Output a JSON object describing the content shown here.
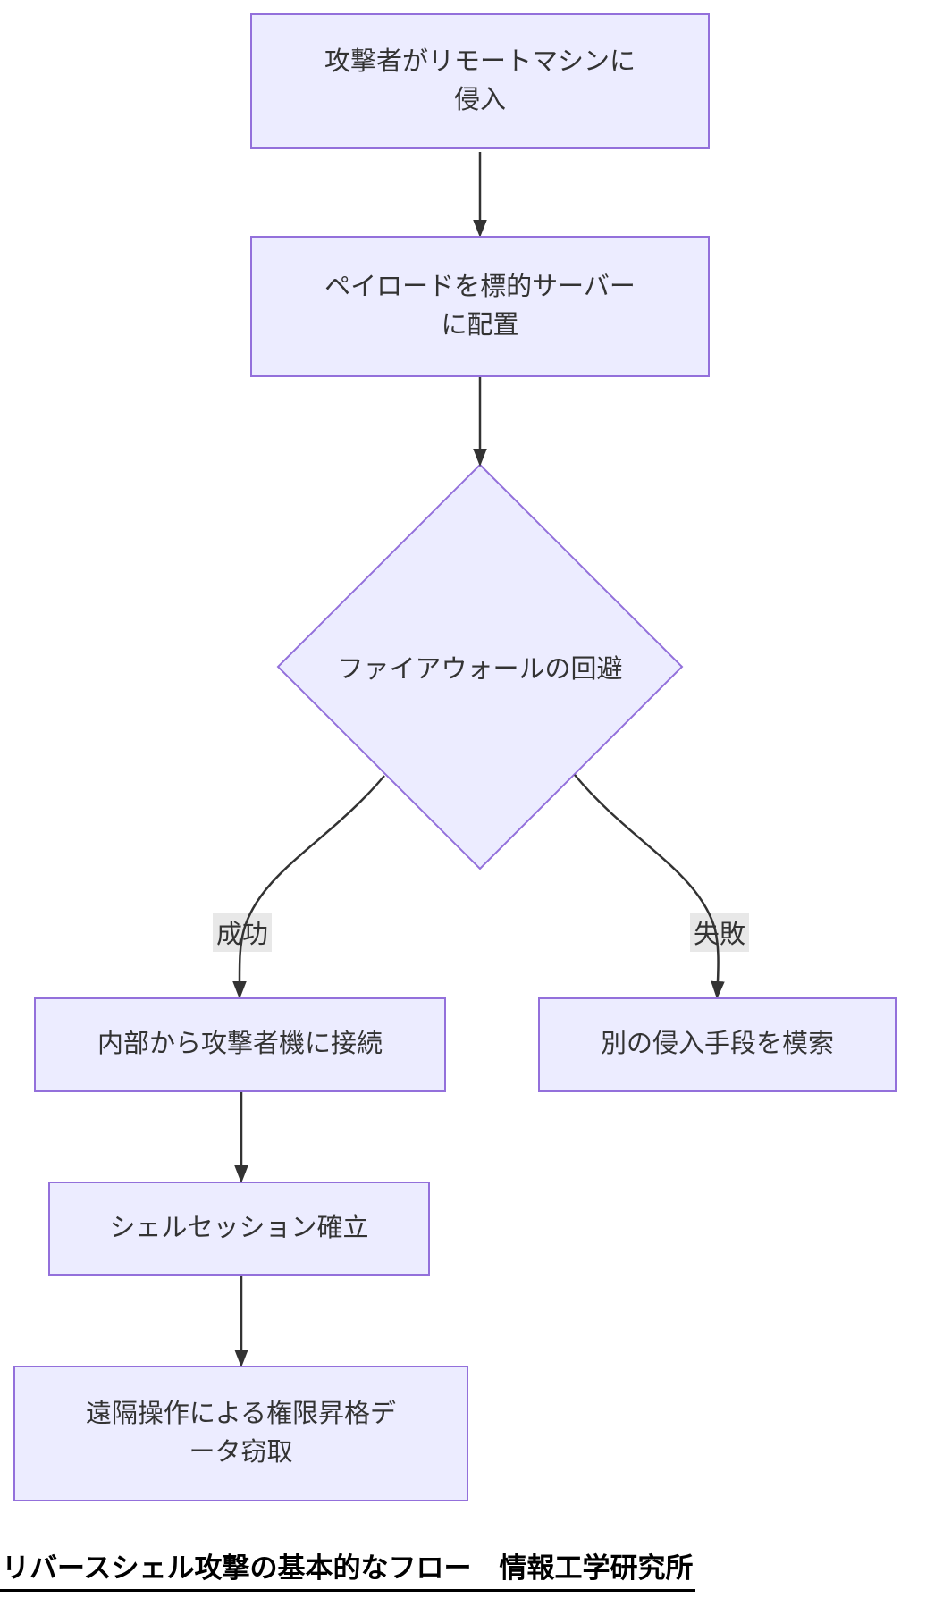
{
  "diagram": {
    "type": "flowchart",
    "direction": "top-down",
    "nodes": {
      "intrusion": {
        "label": "攻撃者がリモートマシンに\n侵入",
        "shape": "rect"
      },
      "payload": {
        "label": "ペイロードを標的サーバー\nに配置",
        "shape": "rect"
      },
      "firewall": {
        "label": "ファイアウォールの回避",
        "shape": "diamond"
      },
      "connect": {
        "label": "内部から攻撃者機に接続",
        "shape": "rect"
      },
      "alternative": {
        "label": "別の侵入手段を模索",
        "shape": "rect"
      },
      "shell": {
        "label": "シェルセッション確立",
        "shape": "rect"
      },
      "escalation": {
        "label": "遠隔操作による権限昇格デ\nータ窃取",
        "shape": "rect"
      }
    },
    "edges": [
      {
        "from": "intrusion",
        "to": "payload",
        "label": ""
      },
      {
        "from": "payload",
        "to": "firewall",
        "label": ""
      },
      {
        "from": "firewall",
        "to": "connect",
        "label": "成功"
      },
      {
        "from": "firewall",
        "to": "alternative",
        "label": "失敗"
      },
      {
        "from": "connect",
        "to": "shell",
        "label": ""
      },
      {
        "from": "shell",
        "to": "escalation",
        "label": ""
      }
    ],
    "edge_labels": {
      "success": "成功",
      "failure": "失敗"
    },
    "caption": "リバースシェル攻撃の基本的なフロー　情報工学研究所",
    "colors": {
      "node_fill": "#ECECFF",
      "node_border": "#9370DB",
      "edge_stroke": "#333333",
      "edge_label_bg": "#e8e8e8",
      "node_text": "#333333",
      "caption_text": "#000000",
      "background": "#ffffff"
    }
  }
}
